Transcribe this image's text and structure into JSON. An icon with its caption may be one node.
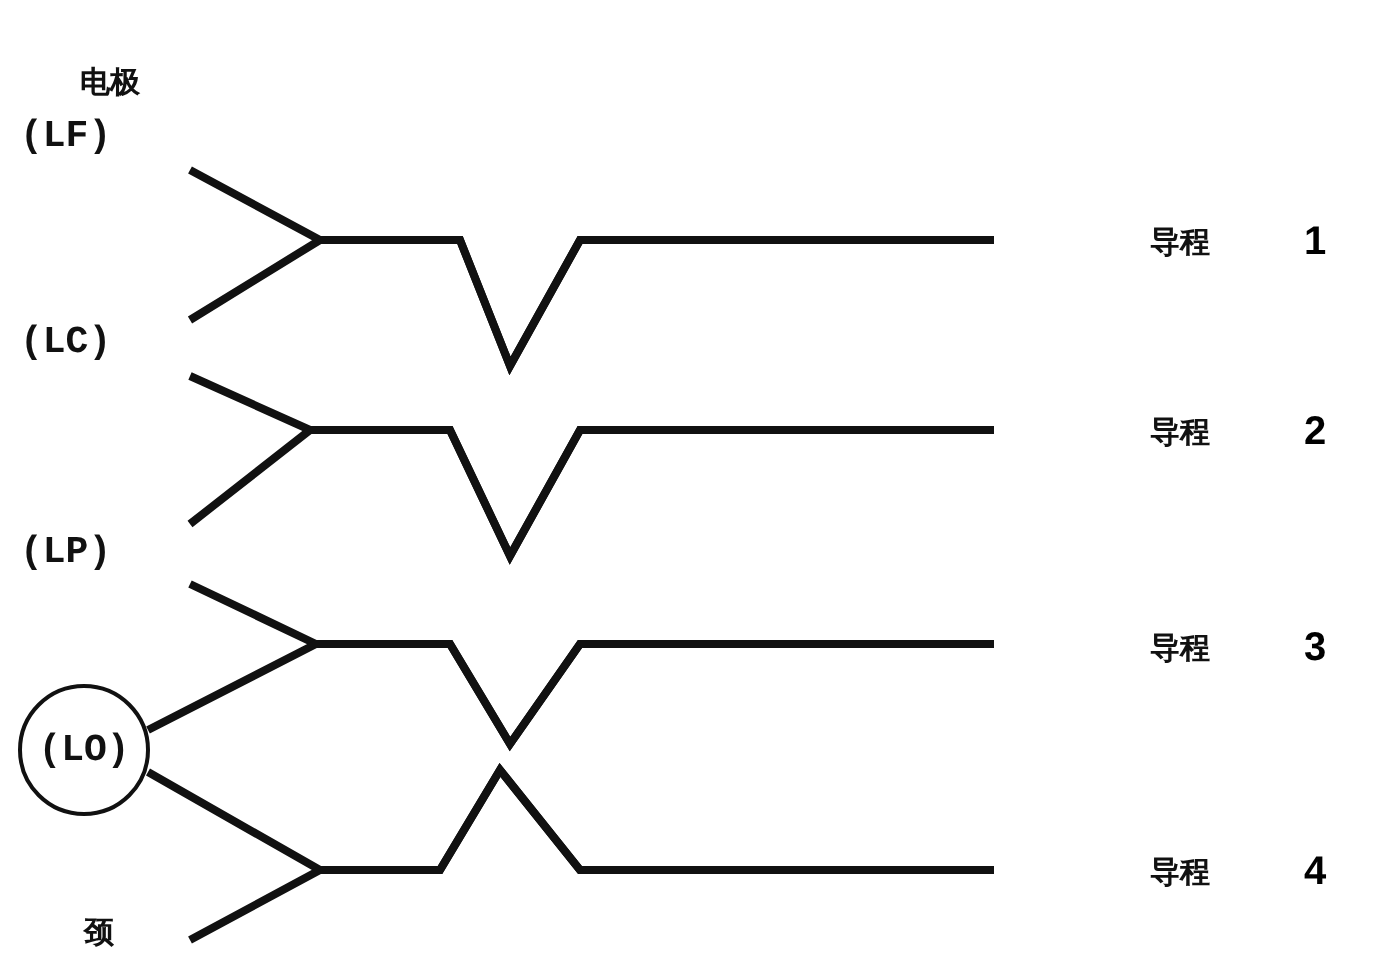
{
  "diagram": {
    "nodes": [
      {
        "text": [
          "(LF)"
        ]
      },
      {
        "text": [
          "(LC)"
        ]
      },
      {
        "text": [
          "(LP)"
        ]
      },
      {
        "text": [
          "(LO)"
        ]
      },
      {
        "text": [
          "颈"
        ]
      },
      {
        "text": [
          "导程",
          "1"
        ]
      },
      {
        "text": [
          "导程",
          "2"
        ]
      },
      {
        "text": [
          "导程",
          "3"
        ]
      },
      {
        "text": [
          "导程",
          "4"
        ]
      }
    ],
    "edges": [
      {
        "from": 0,
        "to": 5,
        "arrow": "none"
      },
      {
        "from": 1,
        "to": 5,
        "arrow": "none"
      },
      {
        "from": 1,
        "to": 6,
        "arrow": "none"
      },
      {
        "from": 2,
        "to": 6,
        "arrow": "none"
      },
      {
        "from": 2,
        "to": 7,
        "arrow": "none"
      },
      {
        "from": 3,
        "to": 7,
        "arrow": "none"
      },
      {
        "from": 3,
        "to": 8,
        "arrow": "none"
      },
      {
        "from": 4,
        "to": 8,
        "arrow": "none"
      }
    ],
    "labels": [
      "电极"
    ]
  }
}
